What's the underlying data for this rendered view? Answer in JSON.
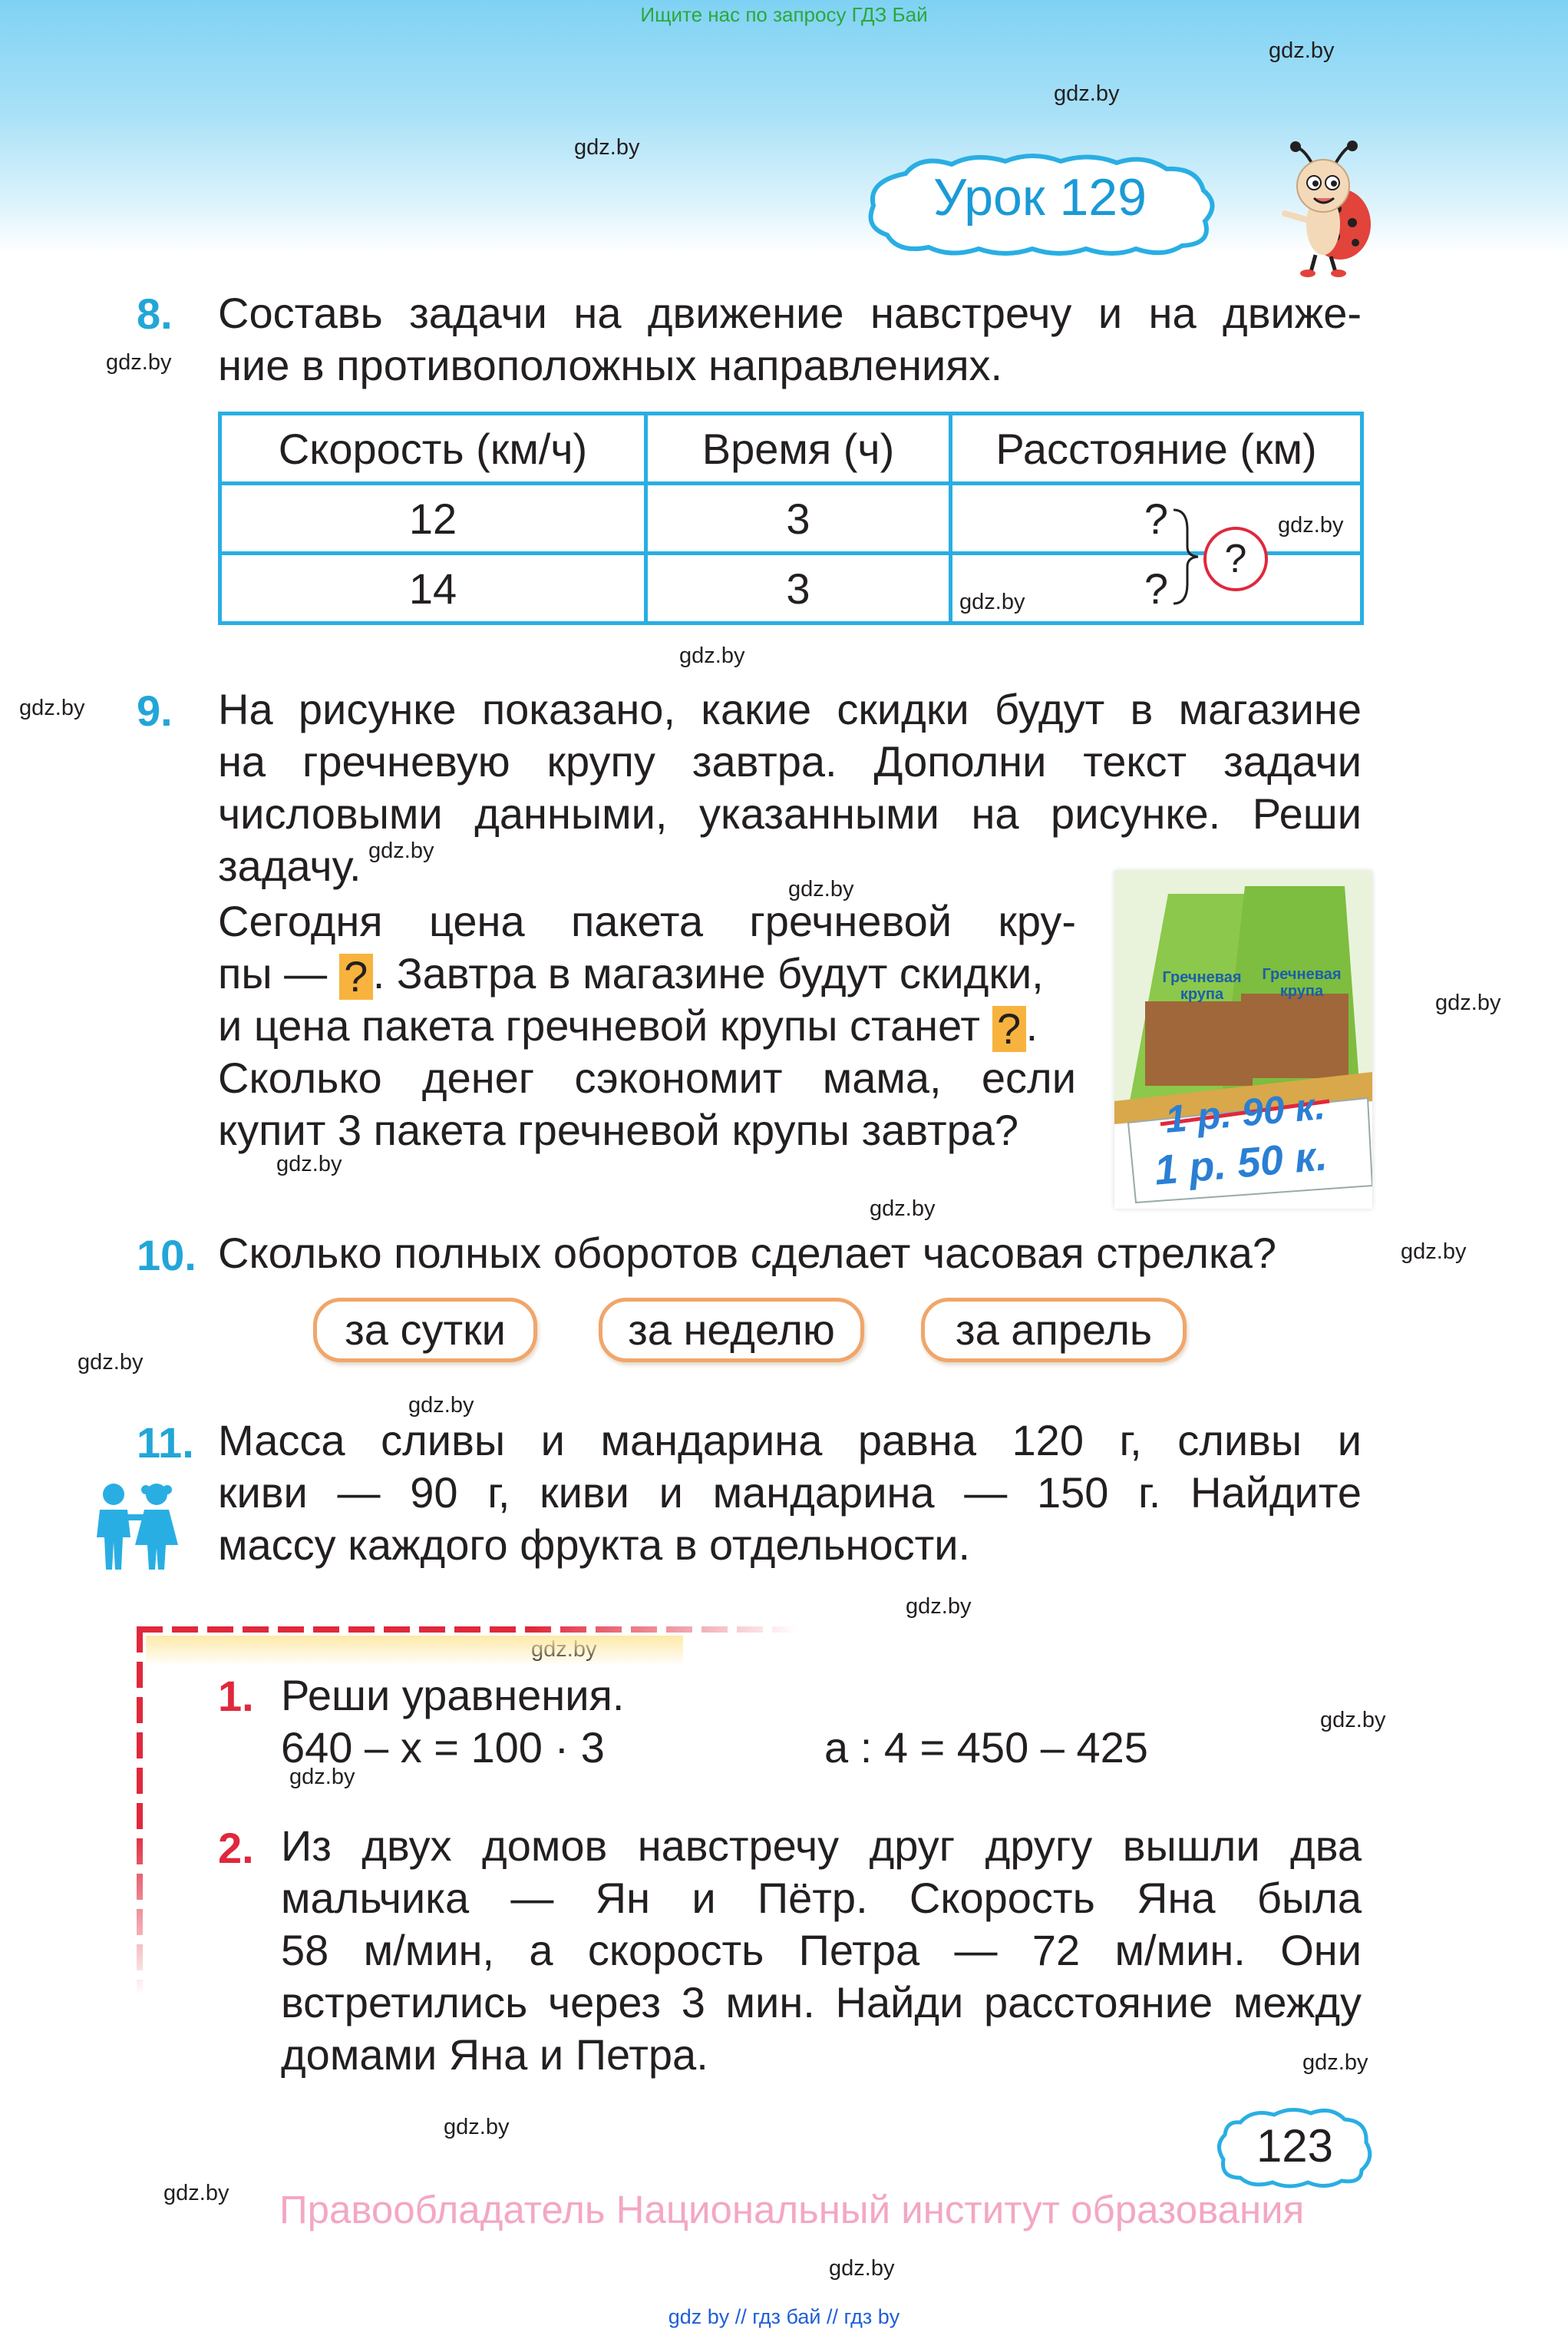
{
  "top_note": "Ищите нас по запросу ГДЗ Бай",
  "watermark": "gdz.by",
  "lesson_title": "Урок 129",
  "task8": {
    "number": "8.",
    "lines": [
      "Составь задачи на движение навстречу и на движе-",
      "ние в противоположных направлениях."
    ],
    "table": {
      "headers": [
        "Скорость (км/ч)",
        "Время (ч)",
        "Расстояние (км)"
      ],
      "rows": [
        [
          "12",
          "3",
          "?"
        ],
        [
          "14",
          "3",
          "?"
        ]
      ]
    },
    "brace_question": "?"
  },
  "task9": {
    "number": "9.",
    "lines": [
      "На рисунке показано, какие скидки будут в магазине",
      "на гречневую крупу завтра. Дополни текст задачи",
      "числовыми данными, указанными на рисунке. Реши",
      "задачу."
    ],
    "p2_line1": "Сегодня цена пакета гречневой кру-",
    "p2_line2_a": "пы — ",
    "p2_line2_q": "?",
    "p2_line2_b": ". Завтра в магазине будут скидки,",
    "p2_line3_a": "и цена пакета гречневой крупы станет ",
    "p2_line3_q": "?",
    "p2_line3_b": ".",
    "p2_line4": "Сколько денег сэкономит мама, если",
    "p2_line5": "купит 3 пакета гречневой крупы завтра?",
    "bag_label_1": "Гречневая",
    "bag_label_2": "крупа",
    "old_price": "1 р. 90 к.",
    "new_price": "1 р. 50 к."
  },
  "task10": {
    "number": "10.",
    "text": "Сколько полных оборотов сделает часовая стрелка?",
    "options": [
      "за сутки",
      "за неделю",
      "за апрель"
    ]
  },
  "task11": {
    "number": "11.",
    "lines": [
      "Масса сливы и мандарина равна 120 г, сливы и",
      "киви — 90 г, киви и мандарина — 150 г. Найдите",
      "массу каждого фрукта в отдельности."
    ]
  },
  "box": {
    "t1": {
      "number": "1.",
      "text": "Реши уравнения.",
      "eq1": "640 – x = 100 · 3",
      "eq2": "a : 4 = 450 – 425"
    },
    "t2": {
      "number": "2.",
      "lines": [
        "Из двух домов навстречу друг другу вышли два",
        "мальчика — Ян и Пётр. Скорость Яна была",
        "58 м/мин, а скорость Петра — 72 м/мин. Они",
        "встретились через 3 мин. Найди расстояние между",
        "домами Яна и Петра."
      ]
    }
  },
  "page_number": "123",
  "owner_text": "Правообладатель Национальный институт образования",
  "footer": "gdz by  //  гдз бай  //  гдз by",
  "colors": {
    "accent_blue": "#22a6d8",
    "accent_red": "#e0283c",
    "highlight": "#f7b33d",
    "pill_border": "#f0a66a"
  }
}
